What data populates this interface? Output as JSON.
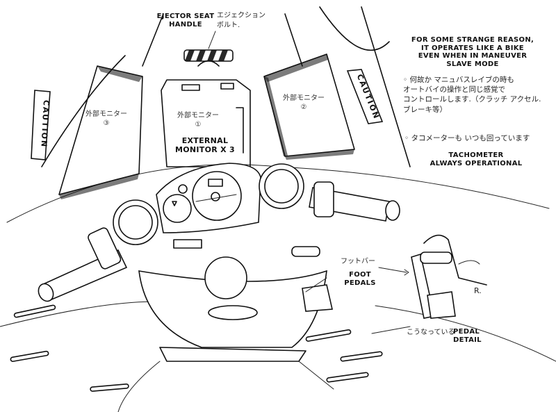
{
  "title": "Mobile Suit Cockpit Sketch — Bike-type Control Layout",
  "labels": {
    "ejector_seat": {
      "en": "EJECTOR SEAT\nHANDLE",
      "jp": "エジェクション\nボルト."
    },
    "maneuver_note": {
      "en": "FOR SOME STRANGE REASON,\nIT OPERATES LIKE A BIKE\nEVEN WHEN IN MANEUVER\nSLAVE MODE",
      "jp": "◦ 何故か マニュバスレイブの時も\nオートバイの操作と同じ感覚で\nコントロールします.（クラッチ アクセル.\nブレーキ等）"
    },
    "tachometer_note": {
      "jp": "◦ タコメーターも いつも回っています",
      "en": "TACHOMETER\nALWAYS OPERATIONAL"
    },
    "external_monitor": {
      "en": "EXTERNAL\nMONITOR X 3"
    },
    "monitors": [
      {
        "id": "left",
        "jp": "外部モニター",
        "num": "③"
      },
      {
        "id": "center",
        "jp": "外部モニター",
        "num": "①"
      },
      {
        "id": "right",
        "jp": "外部モニター",
        "num": "②"
      }
    ],
    "caution_left": "CAUTION",
    "caution_right": "CAUTION",
    "foot_pedals": {
      "jp": "フットバー",
      "en": "FOOT\nPEDALS"
    },
    "pedal_detail": {
      "jp": "こうなっている",
      "en": "PEDAL\nDETAIL",
      "side": "R."
    }
  },
  "colors": {
    "ink": "#111111",
    "paper": "#ffffff"
  }
}
